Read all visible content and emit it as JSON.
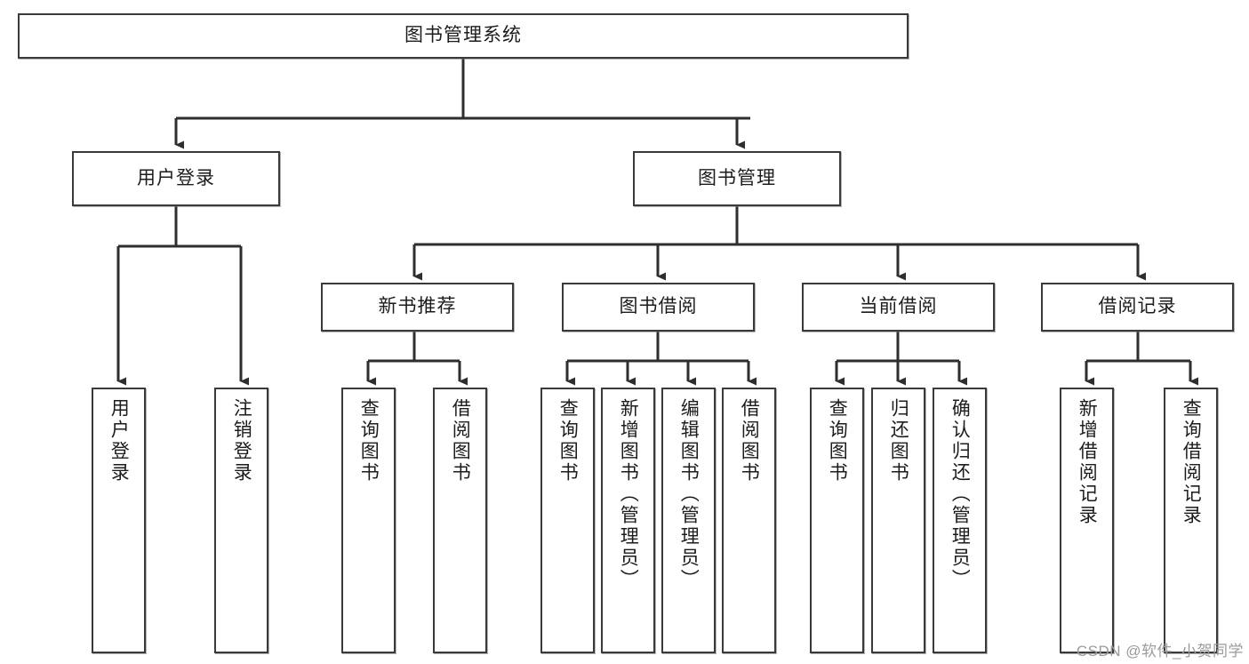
{
  "diagram": {
    "type": "tree-hierarchy-chart",
    "title": "图书管理系统",
    "watermark": "CSDN @软件_小贺同学",
    "colors": {
      "stroke": "#3a3a3a",
      "fill": "#ffffff",
      "text": "#1c1c1c",
      "watermark": "#9b9b9b"
    },
    "root": {
      "id": "root",
      "label": "图书管理系统",
      "level": 0
    },
    "level2": [
      {
        "id": "user-login",
        "label": "用户登录",
        "level": 1
      },
      {
        "id": "book-manage",
        "label": "图书管理",
        "level": 1
      }
    ],
    "level3": [
      {
        "id": "new-book-rec",
        "label": "新书推荐",
        "level": 2,
        "parent": "book-manage"
      },
      {
        "id": "book-borrow",
        "label": "图书借阅",
        "level": 2,
        "parent": "book-manage"
      },
      {
        "id": "current-borrow",
        "label": "当前借阅",
        "level": 2,
        "parent": "book-manage"
      },
      {
        "id": "borrow-record",
        "label": "借阅记录",
        "level": 2,
        "parent": "book-manage"
      }
    ],
    "leaves": [
      {
        "id": "leaf-user-login",
        "label": "用户登录",
        "parent": "user-login"
      },
      {
        "id": "leaf-user-logout",
        "label": "注销登录",
        "parent": "user-login"
      },
      {
        "id": "leaf-query-book-1",
        "label": "查询图书",
        "parent": "new-book-rec"
      },
      {
        "id": "leaf-borrow-book-1",
        "label": "借阅图书",
        "parent": "new-book-rec"
      },
      {
        "id": "leaf-query-book-2",
        "label": "查询图书",
        "parent": "book-borrow"
      },
      {
        "id": "leaf-add-book",
        "label": "新增图书（管理员）",
        "parent": "book-borrow"
      },
      {
        "id": "leaf-edit-book",
        "label": "编辑图书（管理员）",
        "parent": "book-borrow"
      },
      {
        "id": "leaf-borrow-book-2",
        "label": "借阅图书",
        "parent": "book-borrow"
      },
      {
        "id": "leaf-query-book-3",
        "label": "查询图书",
        "parent": "current-borrow"
      },
      {
        "id": "leaf-return-book",
        "label": "归还图书",
        "parent": "current-borrow"
      },
      {
        "id": "leaf-confirm-return",
        "label": "确认归还（管理员）",
        "parent": "current-borrow"
      },
      {
        "id": "leaf-add-record",
        "label": "新增借阅记录",
        "parent": "borrow-record"
      },
      {
        "id": "leaf-query-record",
        "label": "查询借阅记录",
        "parent": "borrow-record"
      }
    ]
  }
}
